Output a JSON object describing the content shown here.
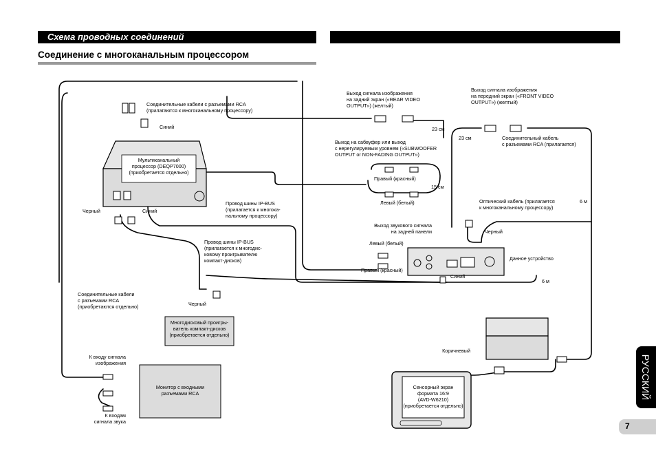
{
  "header": {
    "section_title": "Схема проводных соединений",
    "subtitle": "Соединение с многоканальным процессором"
  },
  "side_tab": "РУССКИЙ",
  "page_number": "7",
  "labels": {
    "rca_cables_included": [
      "Соединительные кабели с разъемами RCA",
      "(прилагаются к многоканальному процессору)"
    ],
    "blue_top": "Синий",
    "processor_box": [
      "Мультиканальный",
      "процессор (DEQP7000)",
      "(приобретается отдельно)"
    ],
    "black_left": "Черный",
    "blue_left": "Синий",
    "ipbus_included": [
      "Провод шины IP-BUS",
      "(прилагается к многока-",
      "нальному процессору)"
    ],
    "ipbus_cd": [
      "Провод шины IP-BUS",
      "(прилагается к многодис-",
      "ковому проигрывателю",
      "компакт-дисков)"
    ],
    "rca_sold_separately": [
      "Соединительные кабели",
      "с разъемами RCA",
      "(приобретаются отдельно)"
    ],
    "black_cd": "Черный",
    "cd_changer_box": [
      "Многодисковый проигры-",
      "ватель компакт-дисков",
      "(приобретается отдельно)"
    ],
    "video_input": [
      "К входу сигнала",
      "изображения"
    ],
    "monitor_box": [
      "Монитор с входными",
      "разъемами RCA"
    ],
    "audio_inputs": [
      "К входам",
      "сигнала звука"
    ],
    "rear_video": [
      "Выход сигнала изображения",
      "на задний экран («REAR VIDEO",
      "OUTPUT») (желтый)"
    ],
    "front_video": [
      "Выход сигнала изображения",
      "на передний экран («FRONT VIDEO",
      "OUTPUT») (желтый)"
    ],
    "len_23_a": "23 см",
    "len_23_b": "23 см",
    "rca_included_right": [
      "Соединительный кабель",
      "с разъемами RCA (прилагается)"
    ],
    "subwoofer": [
      "Выход на сабвуфер или выход",
      "с нерегулируемым уровнем («SUBWOOFER",
      "OUTPUT or NON-FADING OUTPUT»)"
    ],
    "right_red_top": "Правый (красный)",
    "len_15": "15 см",
    "left_white_top": "Левый (белый)",
    "optical": [
      "Оптический кабель (прилагается",
      "к многоканальному процессору)"
    ],
    "len_6_a": "6 м",
    "rear_audio": [
      "Выход звукового сигнала",
      "на задней панели"
    ],
    "black_right": "Черный",
    "left_white": "Левый (белый)",
    "this_unit": "Данное устройство",
    "right_red": "Правый (красный)",
    "blue_unit": "Синий",
    "len_6_b": "6 м",
    "brown": "Коричневый",
    "touchscreen_box": [
      "Сенсорный экран",
      "формата 16:9",
      "(AVD-W6210)",
      "(приобретается отдельно)"
    ]
  },
  "colors": {
    "black": "#000000",
    "grey_bar": "#9a9a9a",
    "device_fill": "#e6e6e6",
    "box_fill": "#dcdcdc"
  }
}
